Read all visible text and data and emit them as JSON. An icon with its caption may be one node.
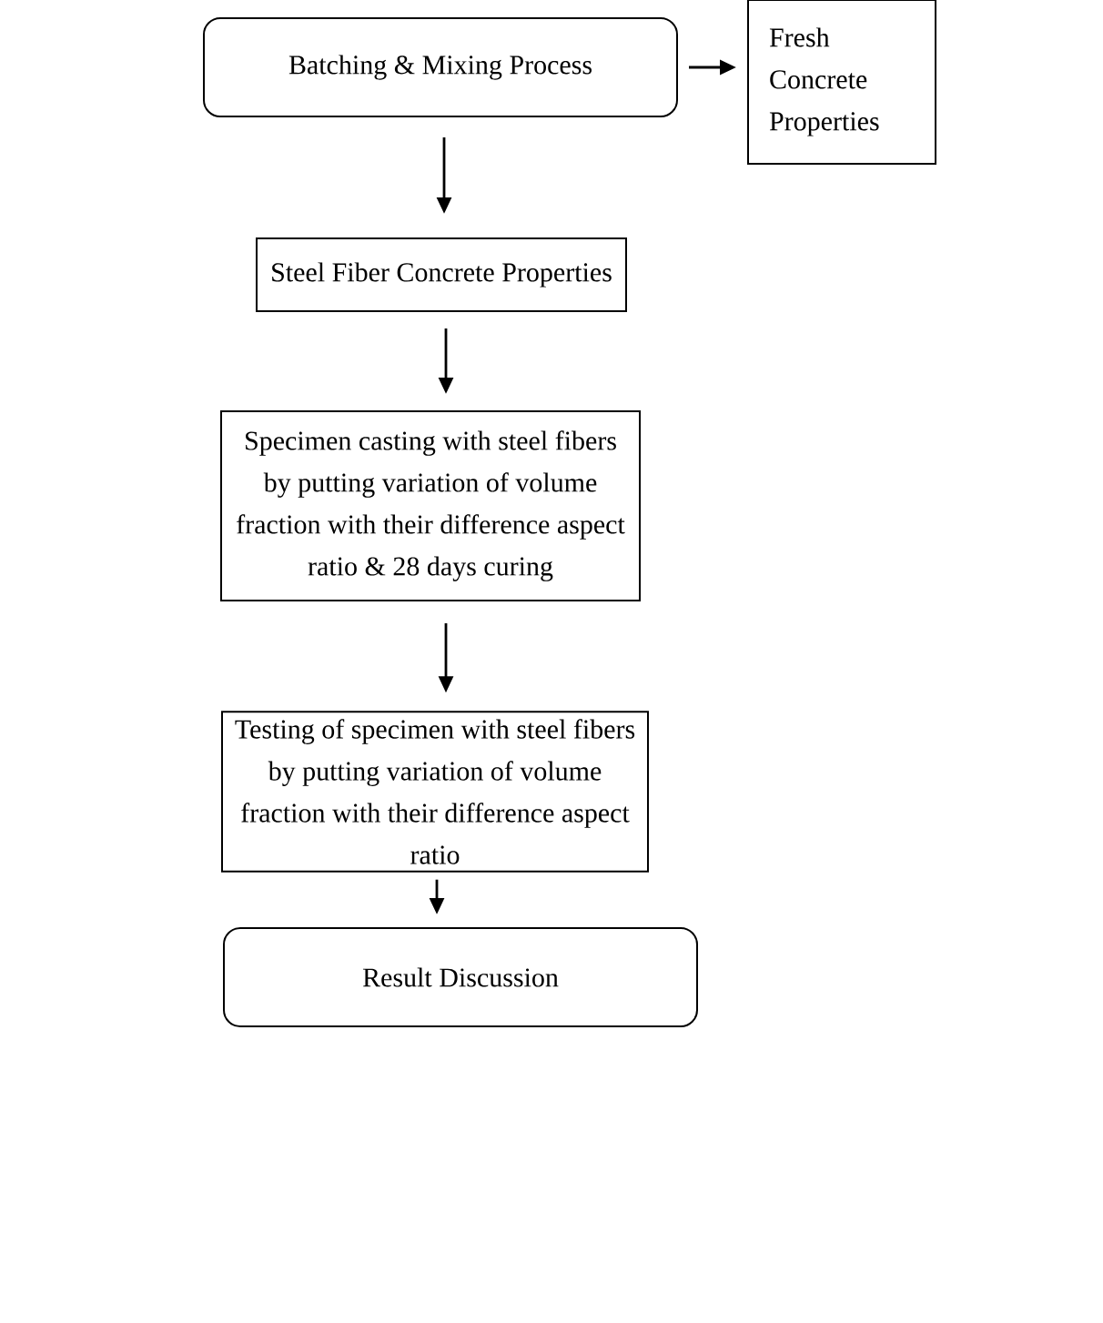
{
  "diagram": {
    "nodes": [
      {
        "text": [
          "Batching & Mixing Process"
        ]
      },
      {
        "text": [
          "Fresh Concrete Properties"
        ]
      },
      {
        "text": [
          "Steel Fiber Concrete Properties"
        ]
      },
      {
        "text": [
          "Specimen casting with steel fibers by putting variation of volume fraction with their difference aspect ratio & 28 days curing"
        ]
      },
      {
        "text": [
          "Testing of specimen with steel fibers by putting variation of volume fraction with their difference aspect ratio"
        ]
      },
      {
        "text": [
          "Result Discussion"
        ]
      }
    ],
    "edges": [
      {
        "from": 0,
        "to": 1,
        "arrow": "to"
      },
      {
        "from": 0,
        "to": 2,
        "arrow": "to"
      },
      {
        "from": 2,
        "to": 3,
        "arrow": "to"
      },
      {
        "from": 3,
        "to": 4,
        "arrow": "to"
      },
      {
        "from": 4,
        "to": 5,
        "arrow": "to"
      }
    ]
  }
}
